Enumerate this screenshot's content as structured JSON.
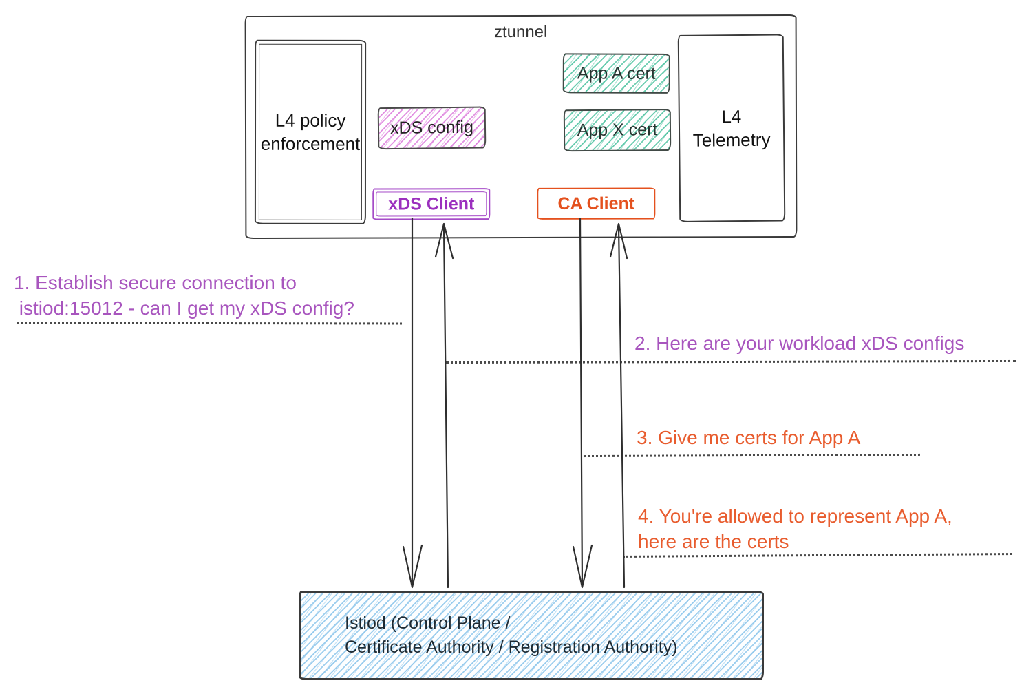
{
  "colors": {
    "purple": "#A855BE",
    "purple_strong": "#9B2FBE",
    "orange": "#E85C2E",
    "orange_strong": "#E4511E",
    "teal_hatch": "#2FB890",
    "magenta_hatch": "#D86ED8",
    "blue_hatch": "#8CC5EB",
    "ink": "#3A3A3A"
  },
  "ztunnel": {
    "title": "ztunnel",
    "boxes": {
      "l4_policy": {
        "label": "L4 policy\nenforcement"
      },
      "xds_config": {
        "label": "xDS config"
      },
      "app_a_cert": {
        "label": "App A cert"
      },
      "app_x_cert": {
        "label": "App X cert"
      },
      "l4_telemetry": {
        "label": "L4\nTelemetry"
      },
      "xds_client": {
        "label": "xDS Client"
      },
      "ca_client": {
        "label": "CA Client"
      }
    }
  },
  "istiod": {
    "label": "Istiod (Control Plane /\nCertificate Authority / Registration Authority)"
  },
  "messages": [
    {
      "n": 1,
      "color": "purple",
      "text": "1. Establish secure connection to\n istiod:15012 - can I get my xDS config?"
    },
    {
      "n": 2,
      "color": "purple",
      "text": "2. Here are your workload xDS configs"
    },
    {
      "n": 3,
      "color": "orange",
      "text": "3. Give me certs for App A"
    },
    {
      "n": 4,
      "color": "orange",
      "text": "4. You're allowed to represent App A,\nhere are the certs"
    }
  ]
}
